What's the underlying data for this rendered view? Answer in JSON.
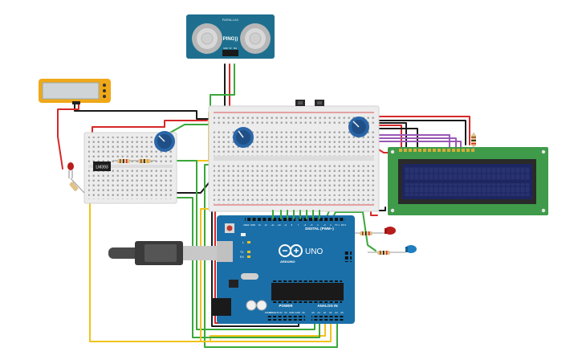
{
  "sensor": {
    "brand": "PARALLAX",
    "name": "PING))",
    "pins": [
      "GND",
      "5V",
      "SIG"
    ]
  },
  "comparator_chip": {
    "label": "LM393"
  },
  "arduino": {
    "label_digital": "DIGITAL (PWM~)",
    "label_power": "POWER",
    "label_analog": "ANALOG IN",
    "label_uno": "UNO",
    "label_brand": "ARDUINO",
    "label_tx": "TX",
    "label_rx": "RX",
    "label_l": "L",
    "digital_pins": [
      "AREF",
      "GND",
      "13",
      "12",
      "~11",
      "~10",
      "~9",
      "8",
      "7",
      "~6",
      "~5",
      "4",
      "~3",
      "2",
      "TX 1",
      "RX 0"
    ],
    "power_pins": [
      "IOREF",
      "RESET",
      "3.3V",
      "5V",
      "GND",
      "GND",
      "Vin"
    ],
    "analog_pins": [
      "A0",
      "A1",
      "A2",
      "A3",
      "A4",
      "A5"
    ]
  },
  "lcd": {
    "pin_count": 16
  },
  "multimeter": {
    "display": ""
  },
  "colors": {
    "board_blue": "#1b6fa8",
    "sensor_teal": "#1e6f8f",
    "wire_red": "#d62828",
    "wire_black": "#1a1a1a",
    "wire_green": "#3aa83a",
    "wire_yellow": "#f2c21b",
    "wire_purple": "#9b59b6",
    "lcd_green": "#3f9b4a",
    "lcd_screen": "#1d2660",
    "multimeter_orange": "#f0a818",
    "pot_blue": "#2a66a8"
  }
}
